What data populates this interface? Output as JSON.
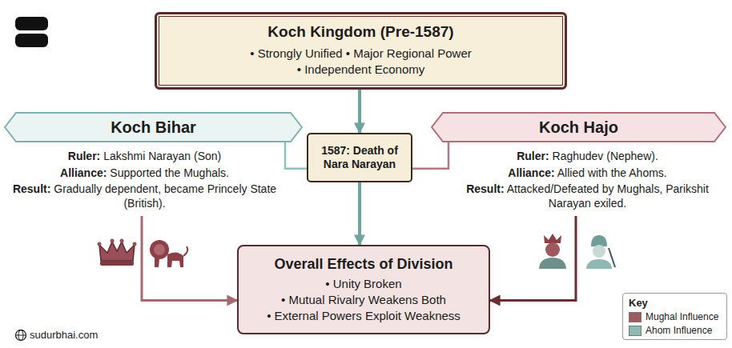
{
  "diagram": {
    "nodes": [
      {
        "text": [
          "Koch Kingdom (Pre-1587)",
          "• Strongly Unified • Major Regional Power",
          "• Independent Economy"
        ]
      },
      {
        "text": [
          "Koch Bihar",
          "Ruler: Lakshmi Narayan (Son)",
          "Alliance: Supported the Mughals.",
          "Result: Gradually dependent, became Princely State (British)."
        ]
      },
      {
        "text": [
          "1587: Death of Nara Narayan"
        ]
      },
      {
        "text": [
          "Koch Hajo",
          "Ruler: Raghudev (Nephew).",
          "Alliance: Allied with the Ahoms.",
          "Result: Attacked/Defeated by Mughals, Parikshit Narayan exiled."
        ]
      },
      {
        "text": [
          "Overall Effects of Division",
          "• Unity Broken",
          "• Mutual Rivalry Weakens Both",
          "• External Powers Exploit Weakness"
        ]
      }
    ],
    "edges": [
      {
        "from": 0,
        "to": 2,
        "arrow": "to"
      },
      {
        "from": 2,
        "to": 4,
        "arrow": "to"
      },
      {
        "from": 2,
        "to": 1,
        "arrow": "none"
      },
      {
        "from": 2,
        "to": 3,
        "arrow": "none"
      },
      {
        "from": 1,
        "to": 4,
        "arrow": "to"
      },
      {
        "from": 3,
        "to": 4,
        "arrow": "to"
      }
    ],
    "labels": [
      "sudurbhai.com",
      "Key"
    ],
    "legend": [
      {
        "text": "Mughal Influence",
        "color": "#a0585f"
      },
      {
        "text": "Ahom Influence",
        "color": "#8fb8b3"
      }
    ]
  }
}
